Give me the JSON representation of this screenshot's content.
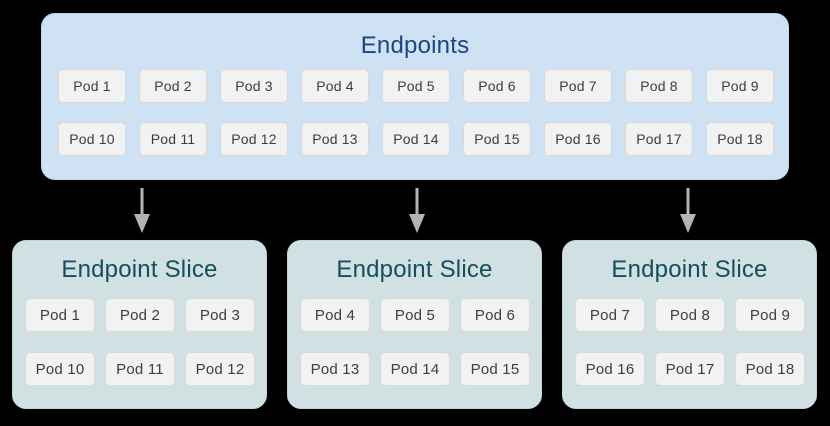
{
  "canvas": {
    "background_color": "#000000"
  },
  "endpoints": {
    "title": "Endpoints",
    "title_color": "#1c4587",
    "box_color": "#cfe2f3",
    "pods": [
      "Pod 1",
      "Pod 2",
      "Pod 3",
      "Pod 4",
      "Pod 5",
      "Pod 6",
      "Pod 7",
      "Pod 8",
      "Pod 9",
      "Pod 10",
      "Pod 11",
      "Pod 12",
      "Pod 13",
      "Pod 14",
      "Pod 15",
      "Pod 16",
      "Pod 17",
      "Pod 18"
    ]
  },
  "arrows": {
    "count": 3,
    "color": "#b3b3b3",
    "direction": "down"
  },
  "slices": [
    {
      "title": "Endpoint Slice",
      "pods": [
        "Pod 1",
        "Pod 2",
        "Pod 3",
        "Pod 10",
        "Pod 11",
        "Pod 12"
      ]
    },
    {
      "title": "Endpoint Slice",
      "pods": [
        "Pod 4",
        "Pod 5",
        "Pod 6",
        "Pod 13",
        "Pod 14",
        "Pod 15"
      ]
    },
    {
      "title": "Endpoint Slice",
      "pods": [
        "Pod 7",
        "Pod 8",
        "Pod 9",
        "Pod 16",
        "Pod 17",
        "Pod 18"
      ]
    }
  ],
  "slice_style": {
    "box_color": "#d0e0e3",
    "title_color": "#134f5c"
  },
  "pod_style": {
    "background": "#f2f2f2",
    "border_color": "#d9d9d9",
    "text_color": "#3d3d3d"
  }
}
